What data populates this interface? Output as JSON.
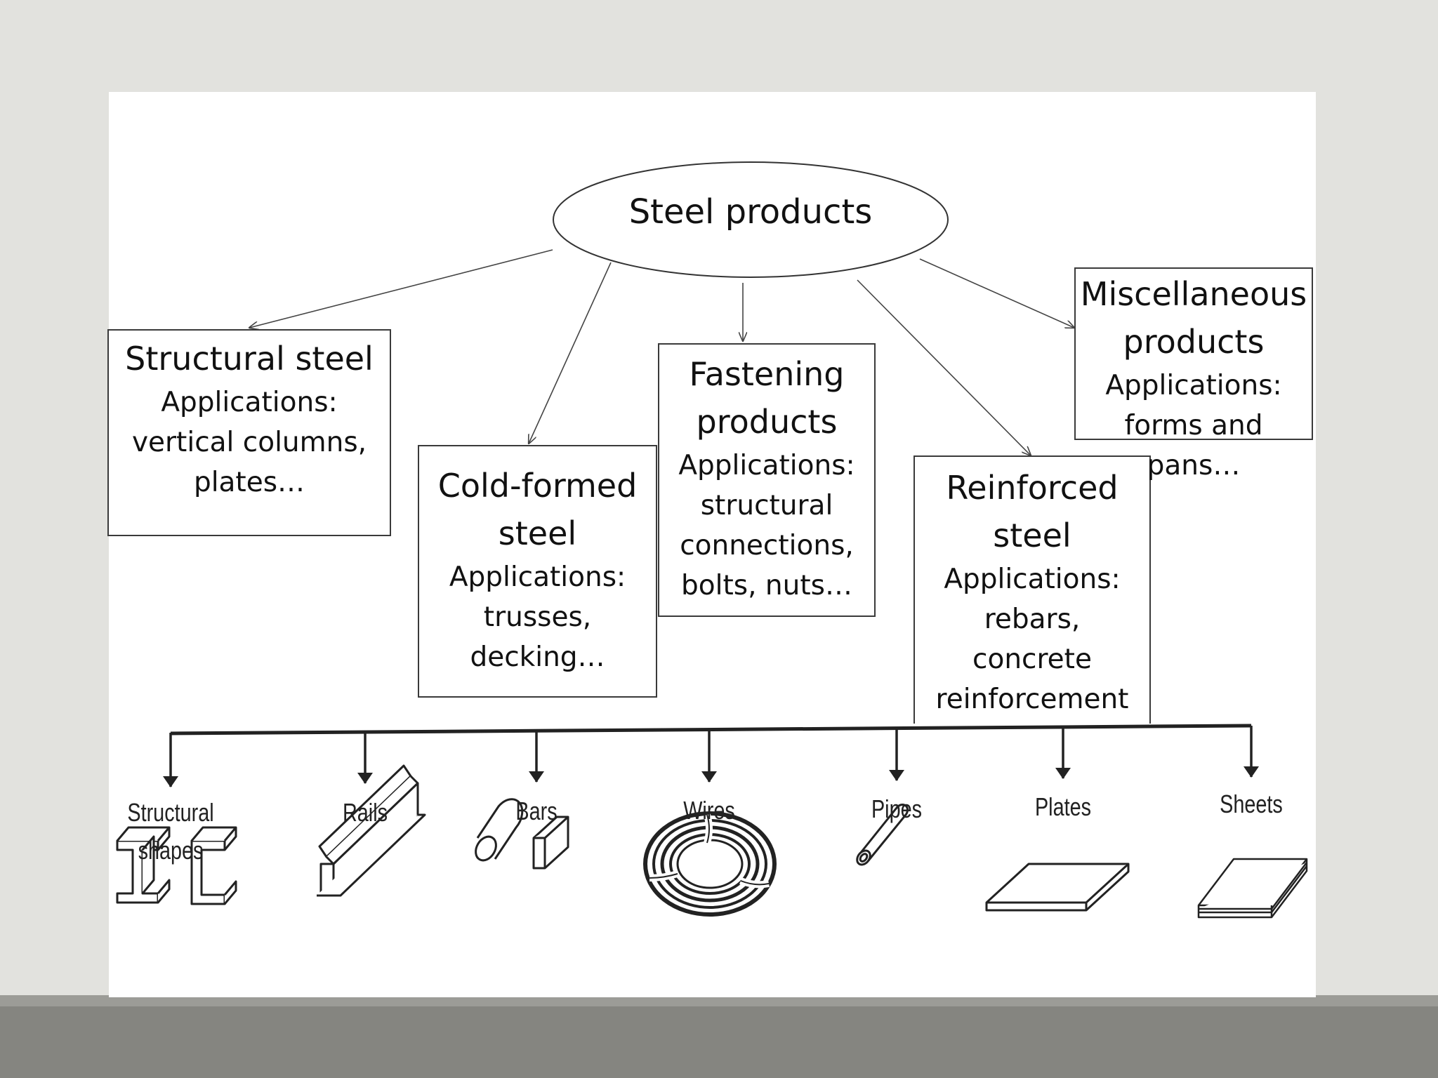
{
  "diagram": {
    "root": "Steel products",
    "categories": [
      {
        "title_lines": [
          "Structural steel"
        ],
        "app_lines": [
          "Applications:",
          "vertical columns,",
          "plates…"
        ]
      },
      {
        "title_lines": [
          "Cold-formed",
          "steel"
        ],
        "app_lines": [
          "Applications:",
          "trusses,",
          "decking…"
        ]
      },
      {
        "title_lines": [
          "Fastening",
          "products"
        ],
        "app_lines": [
          "Applications:",
          "structural",
          "connections,",
          "bolts, nuts…"
        ]
      },
      {
        "title_lines": [
          "Reinforced",
          "steel"
        ],
        "app_lines": [
          "Applications:",
          "rebars,",
          "concrete",
          "reinforcement"
        ]
      },
      {
        "title_lines": [
          "Miscellaneous",
          "products"
        ],
        "app_lines": [
          "Applications:",
          "forms and pans…"
        ]
      }
    ],
    "product_forms": [
      {
        "label_lines": [
          "Structural",
          "shapes"
        ],
        "icon": "i-beam-and-channel-icon"
      },
      {
        "label_lines": [
          "Rails"
        ],
        "icon": "rail-icon"
      },
      {
        "label_lines": [
          "Bars"
        ],
        "icon": "round-and-square-bar-icon"
      },
      {
        "label_lines": [
          "Wires"
        ],
        "icon": "wire-coil-icon"
      },
      {
        "label_lines": [
          "Pipes"
        ],
        "icon": "pipe-icon"
      },
      {
        "label_lines": [
          "Plates"
        ],
        "icon": "plate-icon"
      },
      {
        "label_lines": [
          "Sheets"
        ],
        "icon": "sheet-stack-icon"
      }
    ]
  }
}
